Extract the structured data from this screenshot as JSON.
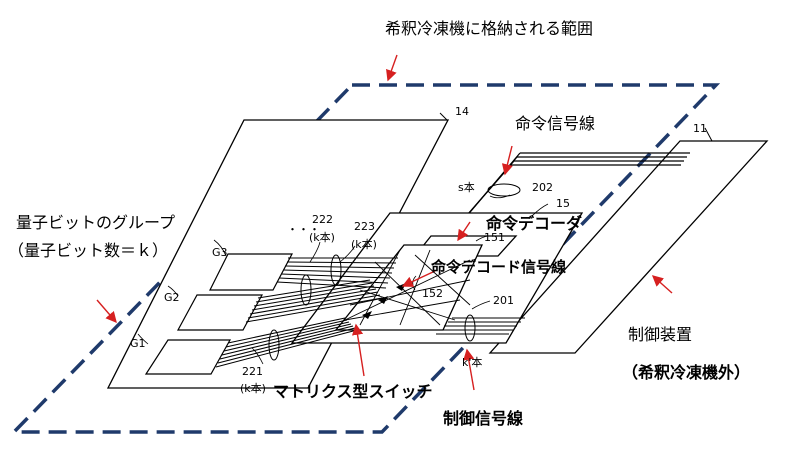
{
  "labels": {
    "dilution_range": "希釈冷凍機に格納される範囲",
    "command_line": "命令信号線",
    "qubit_group": "量子ビットのグループ",
    "qubit_count": "（量子ビット数＝ｋ）",
    "command_decoder": "命令デコーダ",
    "decode_signal_line": "命令デコード信号線",
    "matrix_switch": "マトリクス型スイッチ",
    "control_signal_line": "制御信号線",
    "control_device": "制御装置",
    "outside_fridge": "（希釈冷凍機外）"
  },
  "refs": {
    "r14": "14",
    "r11": "11",
    "r202": "202",
    "r15": "15",
    "r151": "151",
    "r152": "152",
    "r201": "201",
    "r222": "222",
    "r222k": "(k本)",
    "r223": "223",
    "r223k": "(k本)",
    "r221": "221",
    "r221k": "(k本)",
    "s_lines": "s本",
    "k_lines": "k'本",
    "g1": "G1",
    "g2": "G2",
    "g3": "G3",
    "dots": "・・・"
  },
  "colors": {
    "boundary": "#1f3a6b",
    "arrow": "#d62020",
    "line": "#000000"
  }
}
